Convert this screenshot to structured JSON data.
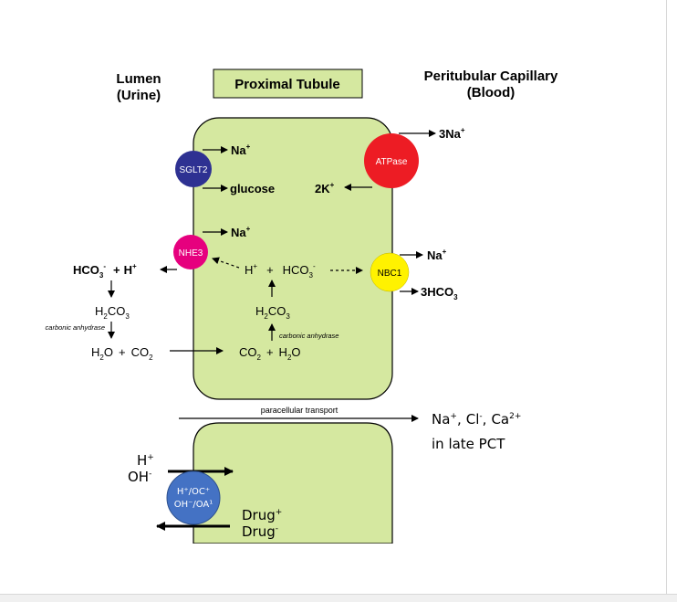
{
  "headers": {
    "lumen_line1": "Lumen",
    "lumen_line2": "(Urine)",
    "tubule": "Proximal Tubule",
    "capillary_line1": "Peritubular Capillary",
    "capillary_line2": "(Blood)"
  },
  "transporters": {
    "sglt2": "SGLT2",
    "atpase": "ATPase",
    "nhe3": "NHE3",
    "nbc1": "NBC1",
    "oc_line1": "H⁺/OC⁺",
    "oc_line2": "OH⁻/OA¹"
  },
  "labels": {
    "na": "Na",
    "plus": "+",
    "glucose": "glucose",
    "three_na": "3Na",
    "two_k": "2K",
    "three_hco3": "3HCO",
    "hco3": "HCO",
    "h": "H",
    "h2co3_h": "H",
    "h2co3_co3": "CO",
    "carbonic_anhydrase": "carbonic anhydrase",
    "h2o_h": "H",
    "h2o_o": "O",
    "co2": "CO",
    "plus_sign": "+",
    "sub2": "2",
    "sub3": "3",
    "minus": "-",
    "paracellular": "paracellular transport",
    "ions_na": "Na",
    "ions_cl": "Cl",
    "ions_ca": "Ca",
    "ions_ca_sup": "2+",
    "ions_comma": ",",
    "late_pct": "in late PCT",
    "h_plus": "H",
    "oh_minus": "OH",
    "drug": "Drug"
  },
  "colors": {
    "cell": "#d5e8a0",
    "sglt2": "#2e3192",
    "atpase": "#ed1c24",
    "nhe3": "#e6007e",
    "nbc1": "#fff200",
    "oc": "#4472c4"
  }
}
